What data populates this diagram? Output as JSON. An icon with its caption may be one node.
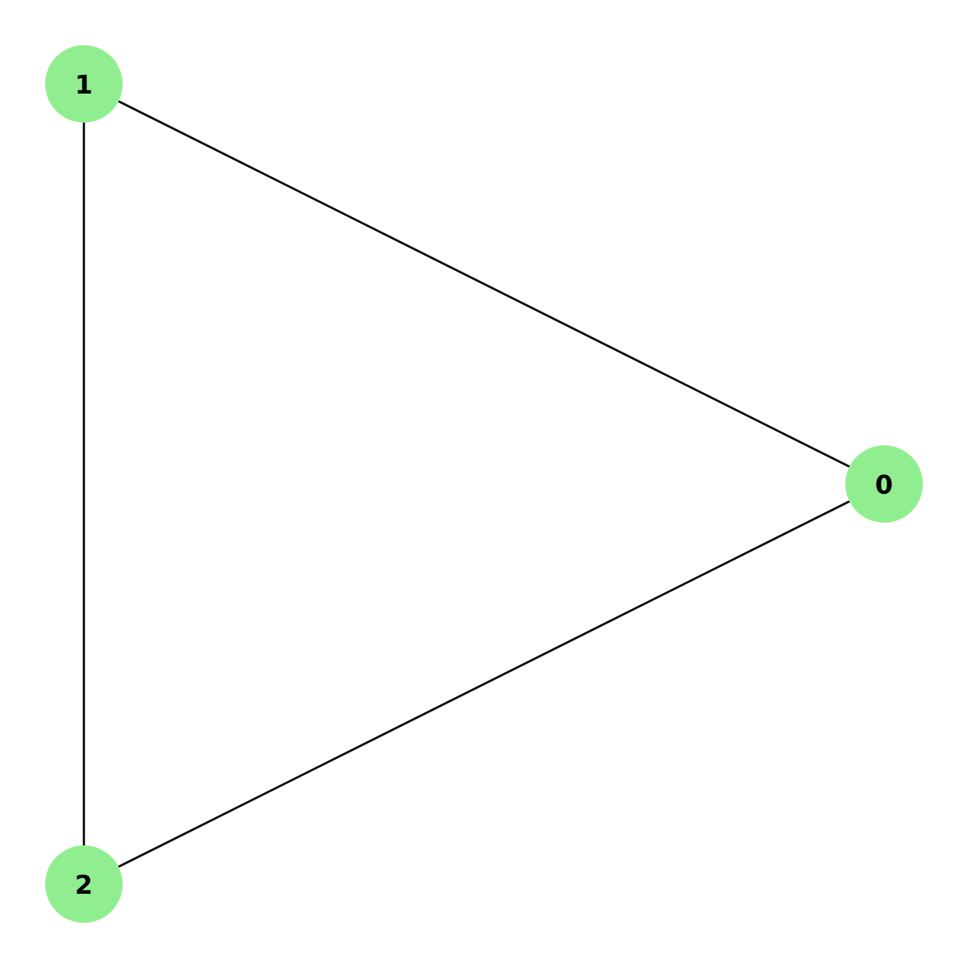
{
  "diagram": {
    "nodes": [
      {
        "text": [
          "1"
        ]
      },
      {
        "text": [
          "0"
        ]
      },
      {
        "text": [
          "2"
        ]
      }
    ],
    "edges": [
      {
        "from": 0,
        "to": 1,
        "arrow": "none"
      },
      {
        "from": 1,
        "to": 2,
        "arrow": "none"
      },
      {
        "from": 0,
        "to": 2,
        "arrow": "none"
      }
    ]
  }
}
